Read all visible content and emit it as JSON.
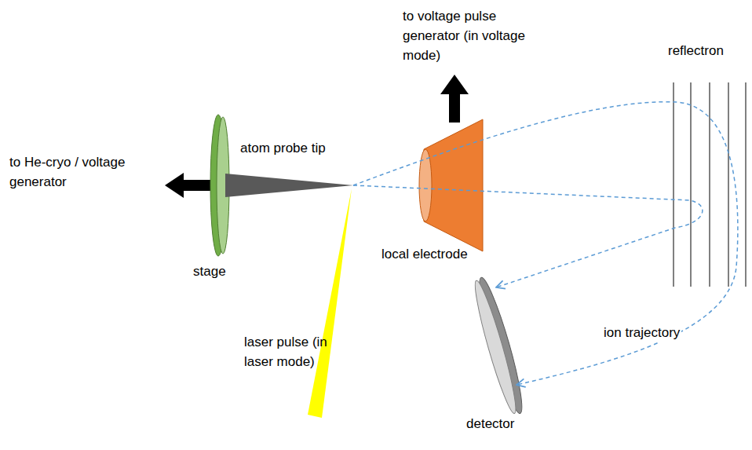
{
  "diagram": {
    "labels": [
      "to voltage pulse generator (in voltage mode)",
      "reflectron",
      "to He-cryo / voltage generator",
      "atom probe tip",
      "stage",
      "local electrode",
      "laser pulse (in laser mode)",
      "ion trajectory",
      "detector"
    ]
  }
}
